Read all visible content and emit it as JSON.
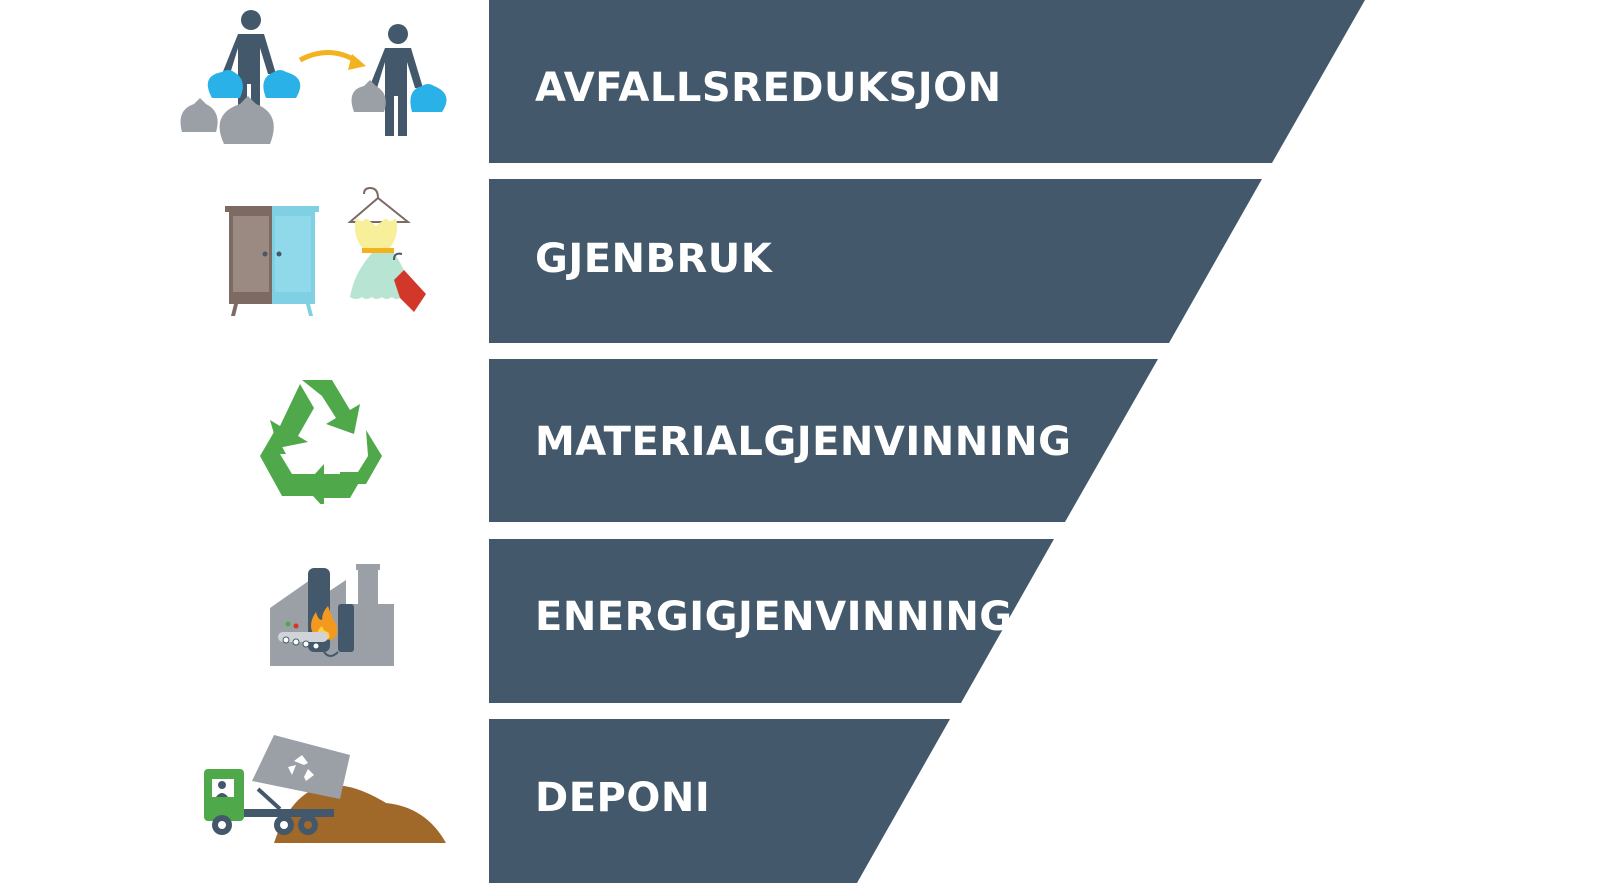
{
  "levels": [
    {
      "label": "AVFALLSREDUKSJON",
      "icon": "waste-reduction-icon"
    },
    {
      "label": "GJENBRUK",
      "icon": "reuse-icon"
    },
    {
      "label": "MATERIALGJENVINNING",
      "icon": "recycling-icon"
    },
    {
      "label": "ENERGIGJENVINNING",
      "icon": "energy-recovery-icon"
    },
    {
      "label": "DEPONI",
      "icon": "landfill-icon"
    }
  ],
  "colors": {
    "band": "#43596b",
    "label": "#ffffff",
    "person": "#43596b",
    "bag_blue": "#29b1e8",
    "bag_grey": "#9aa0a6",
    "arrow_orange": "#f5b21f",
    "recycle_green": "#4fa84a",
    "factory_grey": "#9aa0a6",
    "flame": "#f39a1e",
    "truck_green": "#4fa84a",
    "soil_brown": "#a0692a",
    "wardrobe_brown": "#7d6b63",
    "wardrobe_cyan": "#7fd0e3",
    "dress_yellow": "#f8ef9a",
    "dress_mint": "#b8e4d3",
    "tag_red": "#d2382a"
  }
}
